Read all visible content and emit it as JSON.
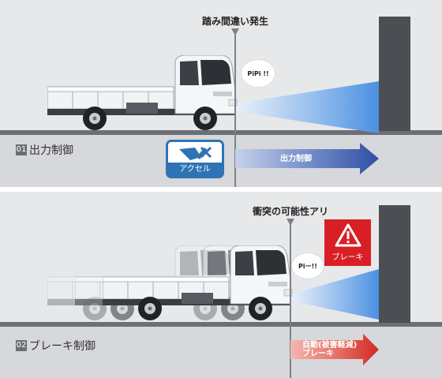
{
  "scene1": {
    "event_label": "踏み間違い発生",
    "sound": "PiPi !!",
    "section_number": "01",
    "section_title": "出力制御",
    "badge_label": "アクセル",
    "arrow_label": "出力制御",
    "arrow_color": "#3f62b0"
  },
  "scene2": {
    "event_label": "衝突の可能性アリ",
    "sound": "Piー!!",
    "section_number": "02",
    "section_title": "ブレーキ制御",
    "warning_label": "ブレーキ",
    "arrow_label_line1": "自動(被害軽減)",
    "arrow_label_line2": "ブレーキ",
    "arrow_color": "#d9342b"
  },
  "colors": {
    "panel_bg": "#e7e8ea",
    "wall": "#4b4f54",
    "sensor_beam": "#4a90e2",
    "warning_red": "#d81f26",
    "accel_blue": "#2e74b5"
  }
}
